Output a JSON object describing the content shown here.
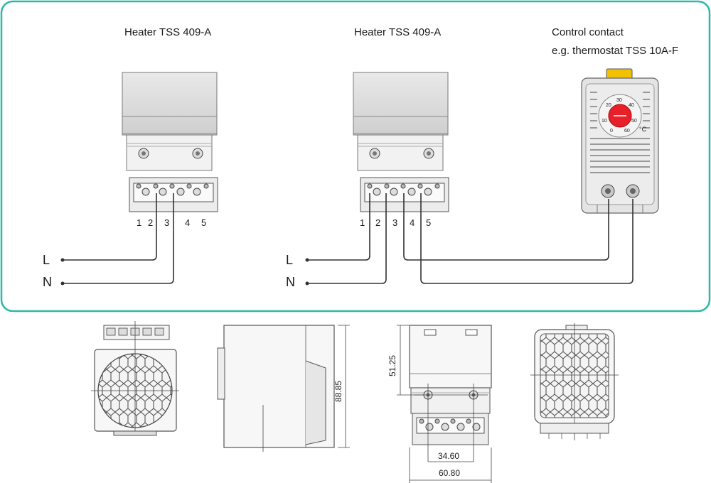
{
  "top_panel": {
    "heater1_title": "Heater TSS 409-A",
    "heater2_title": "Heater TSS 409-A",
    "control_title_line1": "Control contact",
    "control_title_line2": "e.g. thermostat TSS 10A-F",
    "terminal_numbers": [
      "1",
      "2",
      "3",
      "4",
      "5"
    ],
    "line_labels": {
      "L": "L",
      "N": "N"
    },
    "thermostat_scale": [
      "20",
      "30",
      "40",
      "10",
      "50",
      "0",
      "60"
    ],
    "thermostat_unit": "°C"
  },
  "dimensions": {
    "height_front": "51.25",
    "height_side": "88.85",
    "width_inner": "34.60",
    "width_outer": "60.80"
  },
  "colors": {
    "panel_border": "#2fb7a9",
    "dial": "#e8202a",
    "tab": "#f2c200"
  }
}
